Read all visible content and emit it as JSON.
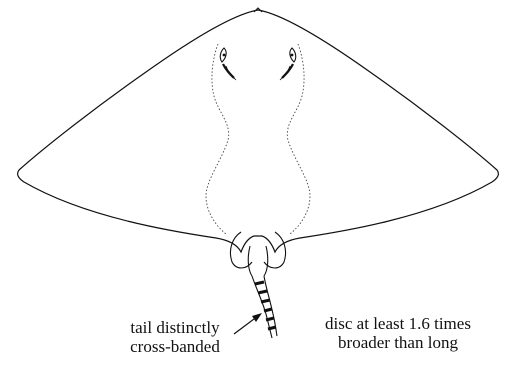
{
  "annotations": {
    "tail": [
      "tail distinctly",
      "cross-banded"
    ],
    "disc": [
      "disc at least 1.6 times",
      "broader than long"
    ]
  },
  "colors": {
    "outline": "#111111",
    "background": "#ffffff"
  }
}
